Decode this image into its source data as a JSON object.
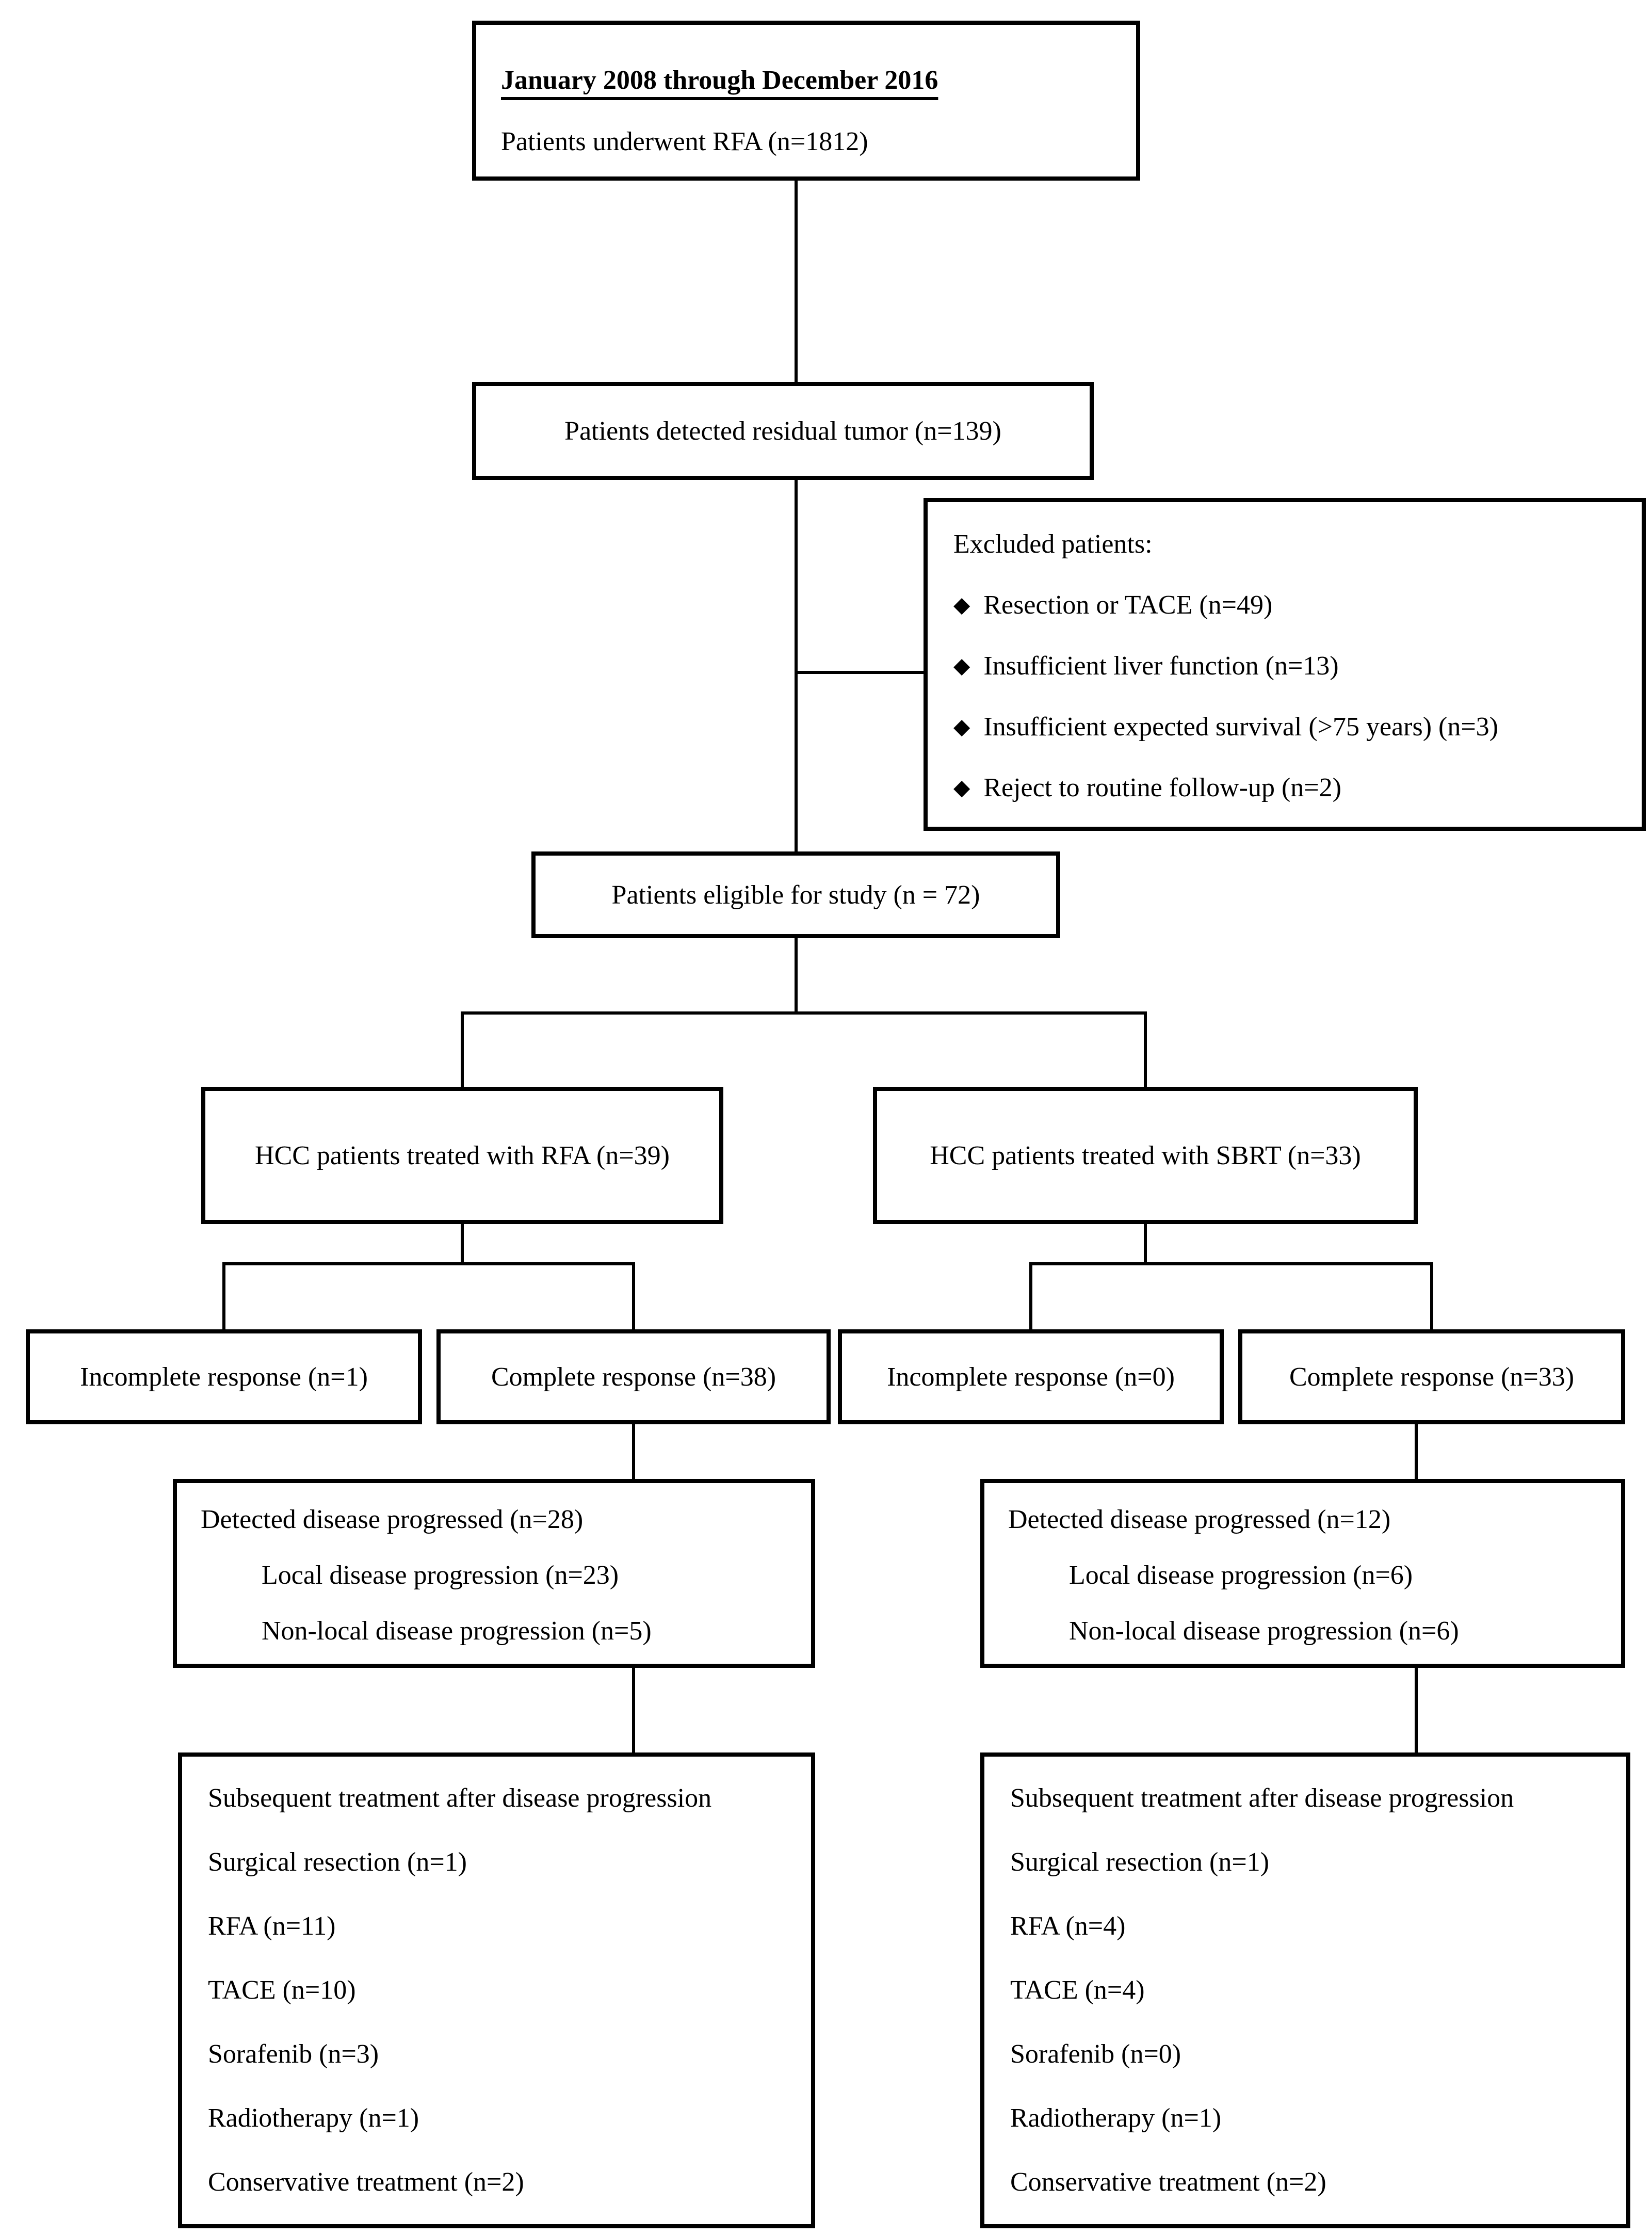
{
  "figure_type": "patient-flow-diagram",
  "bullet": "◆",
  "colors": {
    "border": "#000000",
    "background": "#ffffff",
    "text": "#000000"
  },
  "boxes": {
    "enrollment": {
      "period": "January 2008 through December 2016",
      "label": "Patients underwent RFA (n=1812)"
    },
    "residual": {
      "label": "Patients detected residual tumor (n=139)"
    },
    "excluded": {
      "title": "Excluded patients:",
      "items": [
        "Resection or TACE (n=49)",
        "Insufficient liver function (n=13)",
        "Insufficient expected survival (>75 years) (n=3)",
        "Reject to routine follow-up (n=2)"
      ]
    },
    "eligible": {
      "label": "Patients eligible for study (n = 72)"
    },
    "rfa": {
      "label": "HCC patients treated with RFA (n=39)"
    },
    "sbrt": {
      "label": "HCC patients treated with SBRT (n=33)"
    },
    "rfa_incomplete": {
      "label": "Incomplete response (n=1)"
    },
    "rfa_complete": {
      "label": "Complete response (n=38)"
    },
    "sbrt_incomplete": {
      "label": "Incomplete response (n=0)"
    },
    "sbrt_complete": {
      "label": "Complete response (n=33)"
    },
    "rfa_progress": {
      "title": "Detected disease progressed (n=28)",
      "items": [
        "Local disease progression (n=23)",
        "Non-local disease progression (n=5)"
      ]
    },
    "sbrt_progress": {
      "title": "Detected disease progressed (n=12)",
      "items": [
        "Local disease progression (n=6)",
        "Non-local disease progression (n=6)"
      ]
    },
    "rfa_subsequent": {
      "title": "Subsequent treatment after disease progression",
      "items": [
        "Surgical resection (n=1)",
        "RFA (n=11)",
        "TACE (n=10)",
        "Sorafenib (n=3)",
        "Radiotherapy (n=1)",
        "Conservative treatment (n=2)"
      ]
    },
    "sbrt_subsequent": {
      "title": "Subsequent treatment after disease progression",
      "items": [
        "Surgical resection (n=1)",
        "RFA (n=4)",
        "TACE (n=4)",
        "Sorafenib (n=0)",
        "Radiotherapy (n=1)",
        "Conservative treatment (n=2)"
      ]
    }
  },
  "edges": [
    {
      "from": "enrollment",
      "to": "residual"
    },
    {
      "from": "residual",
      "to": "excluded"
    },
    {
      "from": "residual",
      "to": "eligible"
    },
    {
      "from": "eligible",
      "to": "rfa"
    },
    {
      "from": "eligible",
      "to": "sbrt"
    },
    {
      "from": "rfa",
      "to": "rfa_incomplete"
    },
    {
      "from": "rfa",
      "to": "rfa_complete"
    },
    {
      "from": "sbrt",
      "to": "sbrt_incomplete"
    },
    {
      "from": "sbrt",
      "to": "sbrt_complete"
    },
    {
      "from": "rfa_complete",
      "to": "rfa_progress"
    },
    {
      "from": "rfa_progress",
      "to": "rfa_subsequent"
    },
    {
      "from": "sbrt_complete",
      "to": "sbrt_progress"
    },
    {
      "from": "sbrt_progress",
      "to": "sbrt_subsequent"
    }
  ]
}
